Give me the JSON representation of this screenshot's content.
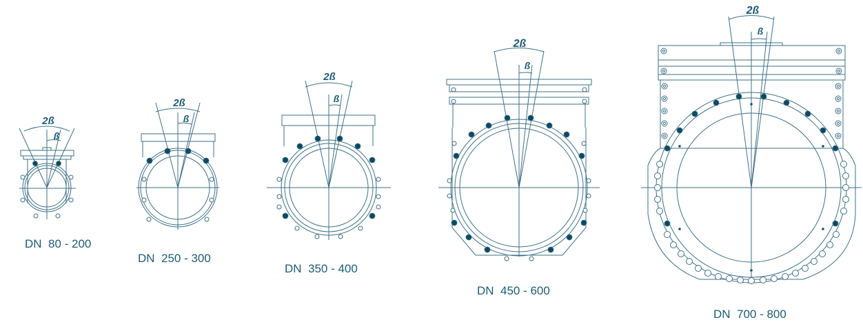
{
  "colors": {
    "line": "#3d6f86",
    "dot": "#0d4a63",
    "label": "#1d5b73"
  },
  "angle_labels": {
    "full": "2ß",
    "half": "ß"
  },
  "valves": [
    {
      "id": "dn-80-200",
      "caption": "DN  80 - 200"
    },
    {
      "id": "dn-250-300",
      "caption": "DN  250 - 300"
    },
    {
      "id": "dn-350-400",
      "caption": "DN  350 - 400"
    },
    {
      "id": "dn-450-600",
      "caption": "DN  450 - 600"
    },
    {
      "id": "dn-700-800",
      "caption": "DN  700 - 800"
    }
  ]
}
